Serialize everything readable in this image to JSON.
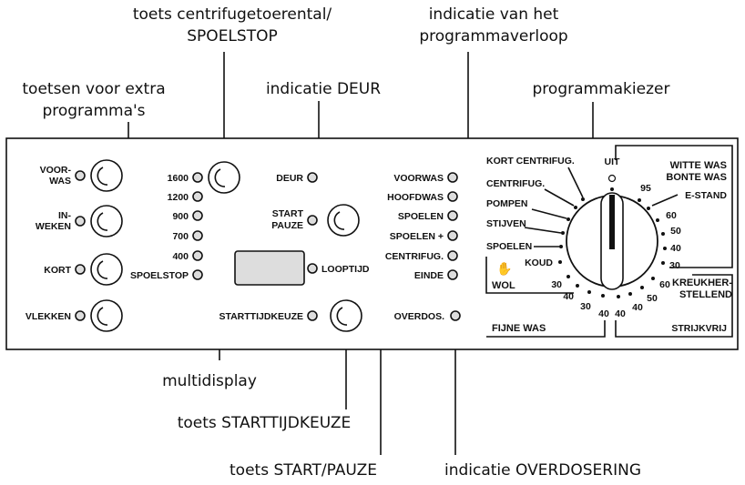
{
  "callouts": {
    "extra_programs": [
      "toetsen voor extra",
      "programma's"
    ],
    "spin_speed": [
      "toets centrifugetoerental/",
      "SPOELSTOP"
    ],
    "door_indicator": "indicatie DEUR",
    "program_progress": [
      "indicatie van het",
      "programmaverloop"
    ],
    "program_selector": "programmakiezer",
    "multidisplay": "multidisplay",
    "start_time_button": "toets STARTTIJDKEUZE",
    "start_pause_button": "toets START/PAUZE",
    "overdose_indicator": "indicatie OVERDOSERING"
  },
  "panel": {
    "extra_buttons": [
      [
        "VOOR-",
        "WAS"
      ],
      [
        "IN-",
        "WEKEN"
      ],
      [
        "KORT"
      ],
      [
        "VLEKKEN"
      ]
    ],
    "spin_speeds": [
      "1600",
      "1200",
      "900",
      "700",
      "400",
      "SPOELSTOP"
    ],
    "door_label": "DEUR",
    "start_pause_label": [
      "START",
      "PAUZE"
    ],
    "looptijd_label": "LOOPTIJD",
    "starttijdkeuze_label": "STARTTIJDKEUZE",
    "phases": [
      "VOORWAS",
      "HOOFDWAS",
      "SPOELEN",
      "SPOELEN +",
      "CENTRIFUG.",
      "EINDE"
    ],
    "overdose_label": "OVERDOS.",
    "dial": {
      "uit": "UIT",
      "left_programs": [
        "KORT CENTRIFUG.",
        "CENTRIFUG.",
        "POMPEN",
        "STIJVEN",
        "SPOELEN",
        "KOUD"
      ],
      "wol_label": "WOL",
      "wol_temps": [
        "30",
        "40"
      ],
      "fijne_was_label": "FIJNE WAS",
      "fijne_temps": [
        "30",
        "40"
      ],
      "witte_was_label": [
        "WITTE WAS",
        "BONTE WAS"
      ],
      "estand_label": "E-STAND",
      "witte_temps": [
        "95",
        "60",
        "50",
        "40",
        "30"
      ],
      "kreuk_label": [
        "KREUKHER-",
        "STELLEND"
      ],
      "kreuk_temps": [
        "60",
        "50",
        "40"
      ],
      "strijkvrij_label": "STRIJKVRIJ",
      "strijk_temps": [
        "40"
      ]
    }
  }
}
